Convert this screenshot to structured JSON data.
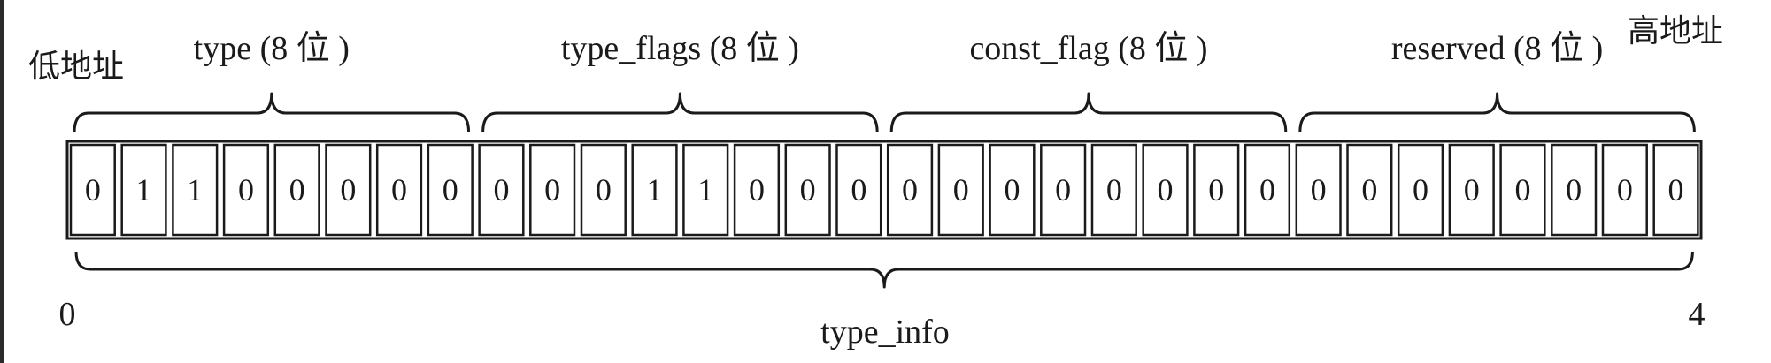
{
  "low_address_label": "低地址",
  "high_address_label": "高地址",
  "fields": [
    {
      "name": "type (8 位 )",
      "bits": [
        "0",
        "1",
        "1",
        "0",
        "0",
        "0",
        "0",
        "0"
      ]
    },
    {
      "name": "type_flags (8 位 )",
      "bits": [
        "0",
        "0",
        "0",
        "1",
        "1",
        "0",
        "0",
        "0"
      ]
    },
    {
      "name": "const_flag (8 位 )",
      "bits": [
        "0",
        "0",
        "0",
        "0",
        "0",
        "0",
        "0",
        "0"
      ]
    },
    {
      "name": "reserved (8 位 )",
      "bits": [
        "0",
        "0",
        "0",
        "0",
        "0",
        "0",
        "0",
        "0"
      ]
    }
  ],
  "whole_label": "type_info",
  "start_offset": "0",
  "end_offset": "4"
}
